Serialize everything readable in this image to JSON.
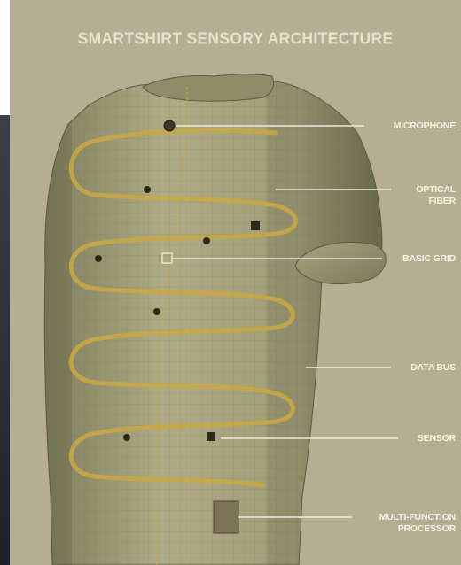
{
  "poster": {
    "title": "SMARTSHIRT SENSORY ARCHITECTURE"
  },
  "callouts": {
    "microphone": "MICROPHONE",
    "optical_fiber_line1": "OPTICAL",
    "optical_fiber_line2": "FIBER",
    "basic_grid": "BASIC GRID",
    "data_bus": "DATA BUS",
    "sensor": "SENSOR",
    "processor_line1": "MULTI-FUNCTION",
    "processor_line2": "PROCESSOR"
  },
  "colors": {
    "background": "#b6ae93",
    "shirt": "#a7a47f",
    "fiber": "#c8a646",
    "label": "#f4f0e2"
  }
}
